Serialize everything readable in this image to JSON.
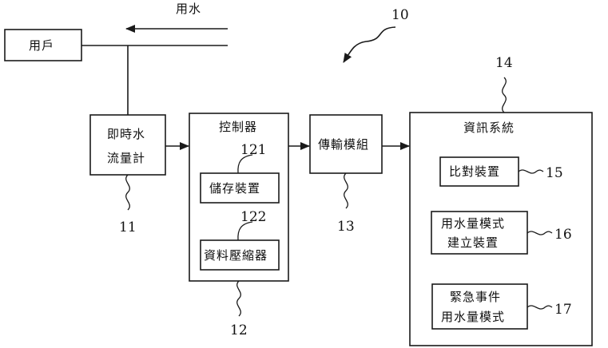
{
  "labels": {
    "water": "用水",
    "user": "用戶",
    "meter_line1": "即時水",
    "meter_line2": "流量計",
    "controller": "控制器",
    "storage": "儲存裝置",
    "compress": "資料壓縮器",
    "transmit": "傳輸模組",
    "infosys": "資訊系統",
    "compare": "比對裝置",
    "model_line1": "用水量模式",
    "model_line2": "建立裝置",
    "emergency_line1": "緊急事件",
    "emergency_line2": "用水量模式"
  },
  "refs": {
    "system": "10",
    "meter": "11",
    "controller": "12",
    "transmit": "13",
    "infosys": "14",
    "compare": "15",
    "model": "16",
    "emergency": "17",
    "storage": "121",
    "compress": "122"
  }
}
